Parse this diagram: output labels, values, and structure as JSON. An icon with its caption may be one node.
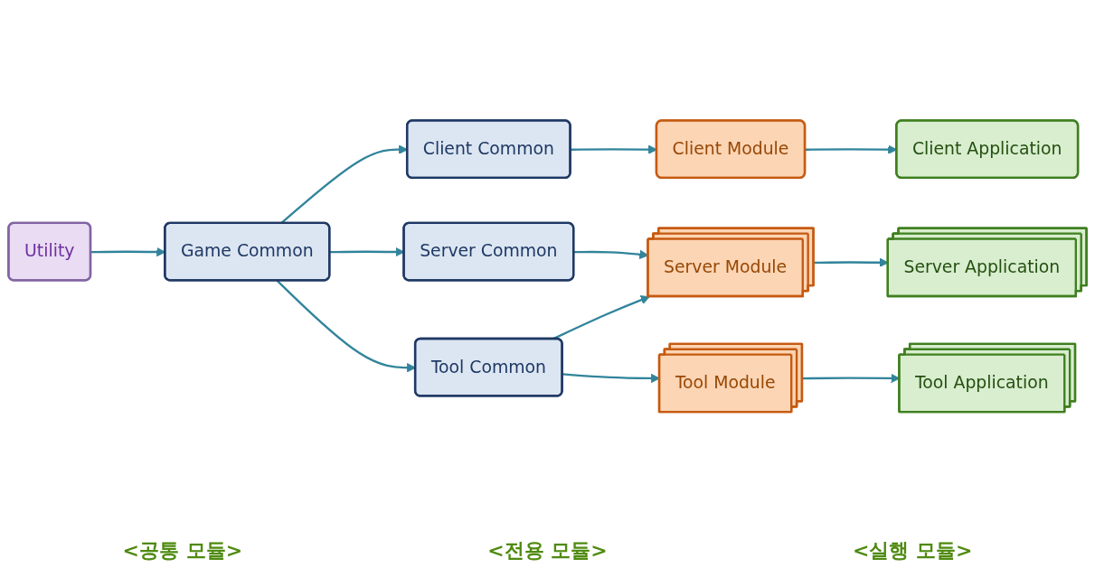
{
  "diagram": {
    "nodes": [
      {
        "text": [
          "Utility"
        ]
      },
      {
        "text": [
          "Game Common"
        ]
      },
      {
        "text": [
          "Client Common"
        ]
      },
      {
        "text": [
          "Server Common"
        ]
      },
      {
        "text": [
          "Tool Common"
        ]
      },
      {
        "text": [
          "Client Module"
        ]
      },
      {
        "text": [
          "Server Module"
        ]
      },
      {
        "text": [
          "Tool Module"
        ]
      },
      {
        "text": [
          "Client Application"
        ]
      },
      {
        "text": [
          "Server Application"
        ]
      },
      {
        "text": [
          "Tool Application"
        ]
      }
    ],
    "edges": [
      {
        "from": 0,
        "to": 1,
        "arrow": "to"
      },
      {
        "from": 1,
        "to": 2,
        "arrow": "to"
      },
      {
        "from": 1,
        "to": 3,
        "arrow": "to"
      },
      {
        "from": 1,
        "to": 4,
        "arrow": "to"
      },
      {
        "from": 2,
        "to": 5,
        "arrow": "to"
      },
      {
        "from": 3,
        "to": 6,
        "arrow": "to"
      },
      {
        "from": 4,
        "to": 6,
        "arrow": "to"
      },
      {
        "from": 4,
        "to": 7,
        "arrow": "to"
      },
      {
        "from": 5,
        "to": 8,
        "arrow": "to"
      },
      {
        "from": 6,
        "to": 9,
        "arrow": "to"
      },
      {
        "from": 7,
        "to": 10,
        "arrow": "to"
      }
    ],
    "labels": [
      "<공통 모듈>",
      "<전용 모듈>",
      "<실행 모듈>"
    ]
  }
}
